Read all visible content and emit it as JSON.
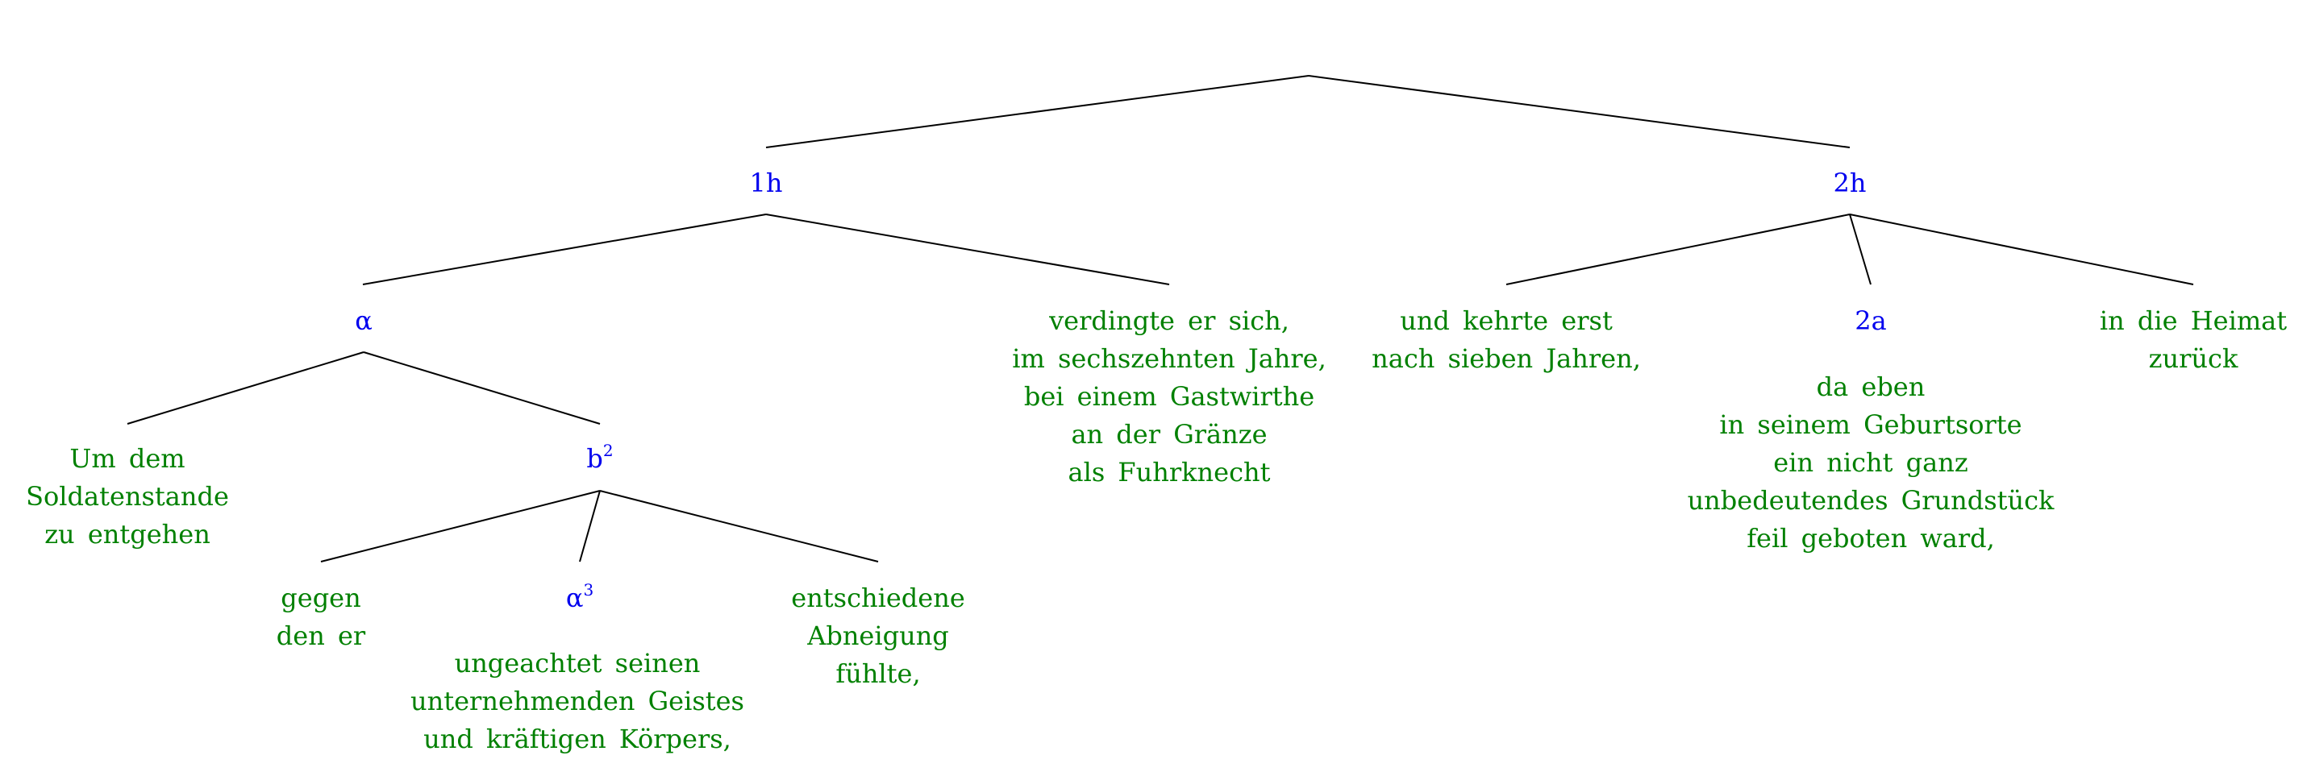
{
  "colors": {
    "node": "#0000ee",
    "leaf": "#008000",
    "edge": "#000000"
  },
  "nodes": {
    "n1h": "1h",
    "n2h": "2h",
    "alpha": "α",
    "b2": {
      "base": "b",
      "sup": "2"
    },
    "alpha3": {
      "base": "α",
      "sup": "3"
    },
    "n2a": "2a"
  },
  "leaves": {
    "um_dem": "Um dem\nSoldatenstande\nzu entgehen",
    "gegen": "gegen\nden er",
    "ungeachtet": "ungeachtet seinen\nunternehmenden Geistes\nund kräftigen Körpers,",
    "entschiedene": "entschiedene\nAbneigung\nfühlte,",
    "verdingte": "verdingte er sich,\nim sechszehnten Jahre,\nbei einem Gastwirthe\nan der Gränze\nals Fuhrknecht",
    "und_kehrte": "und kehrte erst\nnach sieben Jahren,",
    "da_eben": "da eben\nin seinem Geburtsorte\nein nicht ganz\nunbedeutendes Grundstück\nfeil geboten ward,",
    "in_die": "in die Heimat\nzurück"
  }
}
